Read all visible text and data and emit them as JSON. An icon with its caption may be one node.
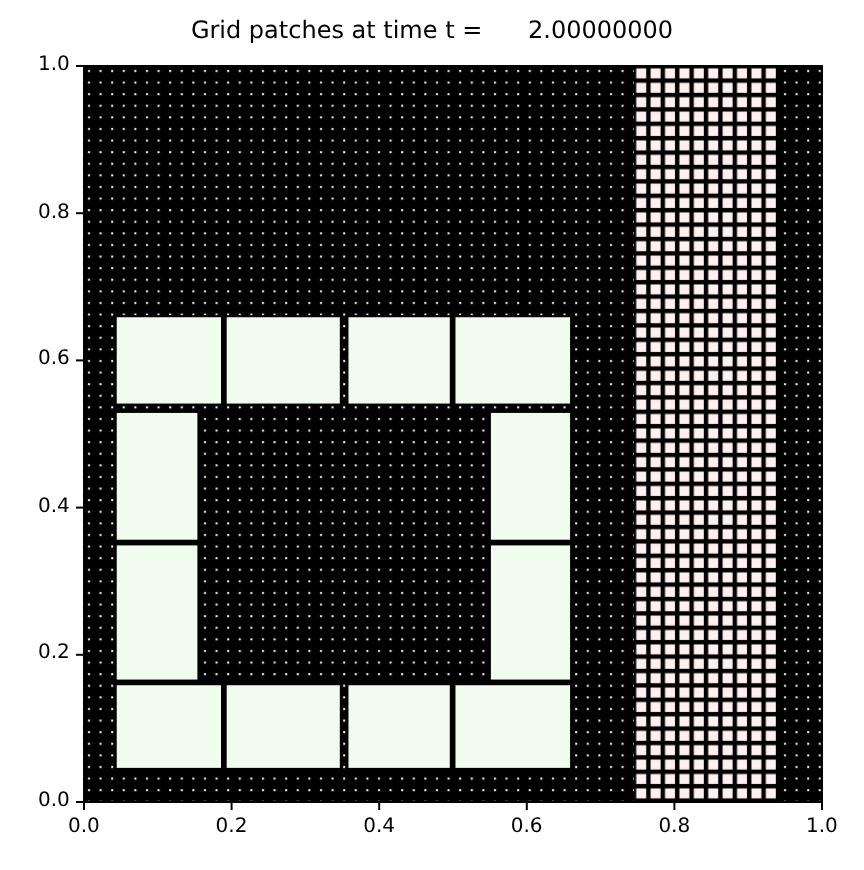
{
  "diagram": {
    "title": "Grid patches at time t =      2.00000000",
    "labels": [
      "1.0",
      "0.8",
      "0.6",
      "0.4",
      "0.2",
      "0.0",
      "0.0",
      "0.2",
      "0.4",
      "0.6",
      "0.8",
      "1.0"
    ]
  }
}
